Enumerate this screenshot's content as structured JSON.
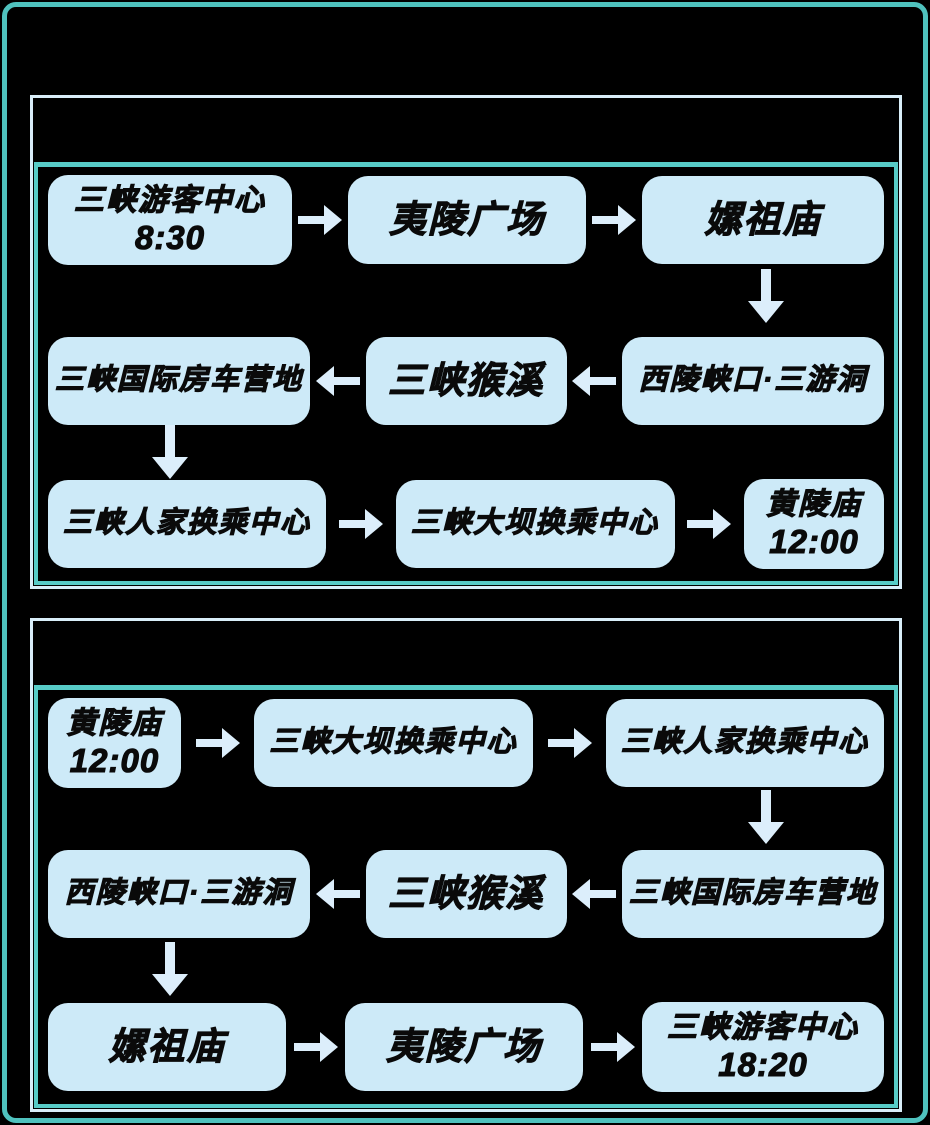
{
  "colors": {
    "background": "#000000",
    "frame_teal": "#4fc2be",
    "panel_border_pale": "#d9eef9",
    "divider_teal": "#57cbc7",
    "node_fill": "#cdeaf8",
    "node_text": "#0a0a0a",
    "arrow_fill": "#dceefb"
  },
  "diagram": {
    "type": "route-flowchart",
    "panels": [
      {
        "id": "outbound",
        "rows": [
          {
            "direction": "right",
            "nodes": [
              {
                "label": "三峡游客中心",
                "time": "8:30"
              },
              {
                "label": "夷陵广场"
              },
              {
                "label": "嫘祖庙"
              }
            ]
          },
          {
            "direction": "left",
            "nodes": [
              {
                "label": "三峡国际房车营地"
              },
              {
                "label": "三峡猴溪"
              },
              {
                "label": "西陵峡口·三游洞"
              }
            ]
          },
          {
            "direction": "right",
            "nodes": [
              {
                "label": "三峡人家换乘中心"
              },
              {
                "label": "三峡大坝换乘中心"
              },
              {
                "label": "黄陵庙",
                "time": "12:00"
              }
            ]
          }
        ],
        "connectors": [
          {
            "from": "嫘祖庙",
            "to": "西陵峡口·三游洞",
            "direction": "down"
          },
          {
            "from": "三峡国际房车营地",
            "to": "三峡人家换乘中心",
            "direction": "down"
          }
        ]
      },
      {
        "id": "return",
        "rows": [
          {
            "direction": "right",
            "nodes": [
              {
                "label": "黄陵庙",
                "time": "12:00"
              },
              {
                "label": "三峡大坝换乘中心"
              },
              {
                "label": "三峡人家换乘中心"
              }
            ]
          },
          {
            "direction": "left",
            "nodes": [
              {
                "label": "西陵峡口·三游洞"
              },
              {
                "label": "三峡猴溪"
              },
              {
                "label": "三峡国际房车营地"
              }
            ]
          },
          {
            "direction": "right",
            "nodes": [
              {
                "label": "嫘祖庙"
              },
              {
                "label": "夷陵广场"
              },
              {
                "label": "三峡游客中心",
                "time": "18:20"
              }
            ]
          }
        ],
        "connectors": [
          {
            "from": "三峡人家换乘中心",
            "to": "三峡国际房车营地",
            "direction": "down"
          },
          {
            "from": "西陵峡口·三游洞",
            "to": "嫘祖庙",
            "direction": "down"
          }
        ]
      }
    ]
  }
}
